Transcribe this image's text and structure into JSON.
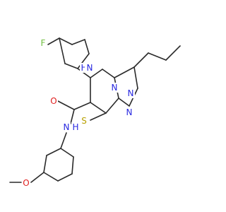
{
  "molecule": {
    "atom_colors": {
      "C": "#2a2a2a",
      "N": "#2828e0",
      "O": "#e02020",
      "S": "#b8a000",
      "F": "#6fbf3f"
    },
    "labels": {
      "fluorine": "F",
      "amine_nh": "H",
      "amine_n": "N",
      "ring_n_bridge": "N",
      "triazole_n1": "N",
      "triazole_n2": "N",
      "sulfur": "S",
      "carbonyl_o": "O",
      "amide_n": "N",
      "amide_h": "H",
      "methoxy_o": "O"
    }
  }
}
